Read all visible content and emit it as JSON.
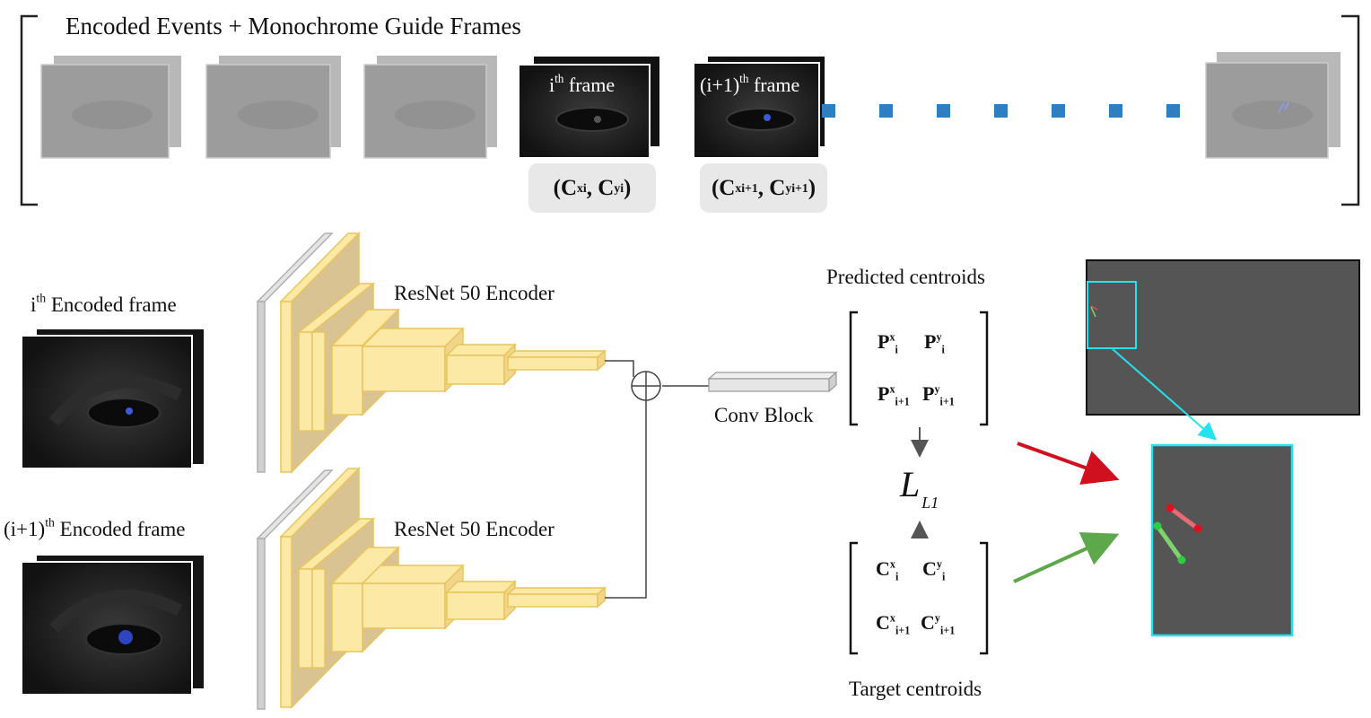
{
  "sequence": {
    "title": "Encoded Events + Monochrome Guide Frames",
    "frame_i_label": {
      "base": "i",
      "sup": "th",
      "rest": " frame"
    },
    "frame_i1_label": {
      "base": "(i+1)",
      "sup": "th",
      "rest": " frame"
    },
    "coord_i": {
      "open": "(C",
      "xsup": "x",
      "xsub": "i",
      "sep": ", C",
      "ysup": "y",
      "ysub": "i",
      "close": ")"
    },
    "coord_i1": {
      "open": "(C",
      "xsup": "x",
      "xsub": "i+1",
      "sep": ", C",
      "ysup": "y",
      "ysub": "i+1",
      "close": ")"
    }
  },
  "inputs": {
    "top_label": {
      "base": "i",
      "sup": "th",
      "rest": " Encoded frame"
    },
    "bottom_label": {
      "base": "(i+1)",
      "sup": "th",
      "rest": " Encoded frame"
    }
  },
  "encoders": {
    "top_label": "ResNet 50 Encoder",
    "bottom_label": "ResNet 50 Encoder"
  },
  "conv_block_label": "Conv Block",
  "predicted": {
    "title": "Predicted centroids",
    "p": "P",
    "x": "x",
    "y": "y",
    "i": "i",
    "i1": "i+1"
  },
  "loss": {
    "symbol": "L",
    "sub": "L1"
  },
  "target": {
    "title": "Target centroids",
    "c": "C",
    "x": "x",
    "y": "y",
    "i": "i",
    "i1": "i+1"
  },
  "colors": {
    "encoder_yellow": "#fde9a6",
    "encoder_edge": "#e9c45c",
    "dots_blue": "#2f7ec2",
    "cyan": "#22e3ee",
    "pred_red": "#d0101e",
    "target_green": "#5ea84c",
    "panel_gray": "#555555"
  }
}
